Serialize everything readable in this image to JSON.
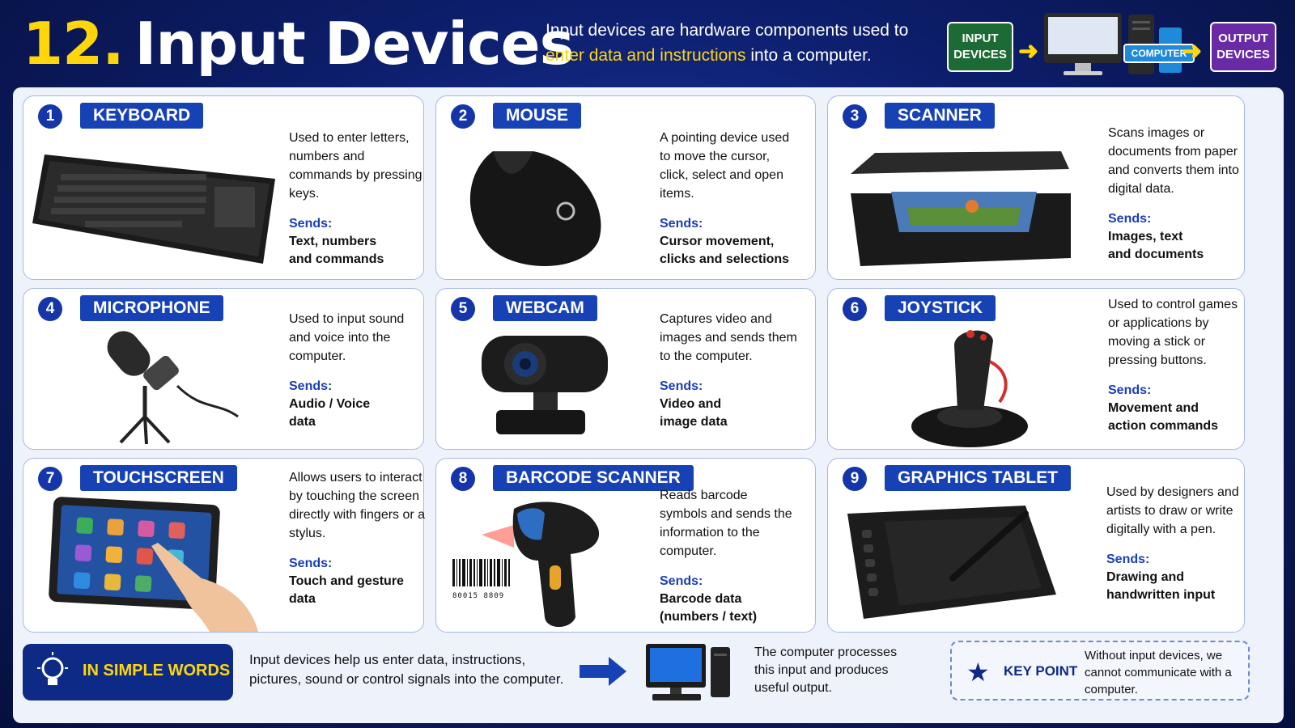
{
  "header": {
    "number": "12.",
    "title": "Input Devices",
    "intro_part1": "Input devices are hardware components used to ",
    "intro_highlight": "enter data and instructions",
    "intro_part2": " into a computer."
  },
  "flow": {
    "input_label": "INPUT DEVICES",
    "computer_label": "COMPUTER",
    "output_label": "OUTPUT DEVICES"
  },
  "sends_label": "Sends:",
  "devices": [
    {
      "number": "1",
      "name": "KEYBOARD",
      "description": "Used to enter letters, numbers and commands by pressing keys.",
      "sends": "Text, numbers\nand commands",
      "icon": "keyboard-icon"
    },
    {
      "number": "2",
      "name": "MOUSE",
      "description": "A pointing device used to move the cursor, click, select and open items.",
      "sends": "Cursor movement,\nclicks and selections",
      "icon": "mouse-icon"
    },
    {
      "number": "3",
      "name": "SCANNER",
      "description": "Scans images or documents from paper and converts them into digital data.",
      "sends": "Images, text\nand documents",
      "icon": "scanner-icon"
    },
    {
      "number": "4",
      "name": "MICROPHONE",
      "description": "Used to input sound and voice into the computer.",
      "sends": "Audio / Voice\ndata",
      "icon": "microphone-icon"
    },
    {
      "number": "5",
      "name": "WEBCAM",
      "description": "Captures video and images and sends them to the computer.",
      "sends": "Video and\nimage data",
      "icon": "webcam-icon"
    },
    {
      "number": "6",
      "name": "JOYSTICK",
      "description": "Used to control games or applications by moving a stick or pressing buttons.",
      "sends": "Movement and\naction commands",
      "icon": "joystick-icon"
    },
    {
      "number": "7",
      "name": "TOUCHSCREEN",
      "description": "Allows users to interact by touching the screen directly with fingers or a stylus.",
      "sends": "Touch and gesture\ndata",
      "icon": "touchscreen-icon"
    },
    {
      "number": "8",
      "name": "BARCODE SCANNER",
      "description": "Reads barcode symbols and sends the information to the computer.",
      "sends": "Barcode data\n(numbers / text)",
      "icon": "barcode-scanner-icon",
      "barcode_digits": "80015 8809"
    },
    {
      "number": "9",
      "name": "GRAPHICS TABLET",
      "description": "Used by designers and artists to draw or write digitally with a pen.",
      "sends": "Drawing and\nhandwritten input",
      "icon": "graphics-tablet-icon"
    }
  ],
  "footer": {
    "simple_label": "IN SIMPLE WORDS",
    "simple_text": "Input devices help us enter data, instructions, pictures, sound or control signals into the computer.",
    "process_text": "The computer processes this input and produces useful output.",
    "keypoint_label": "KEY POINT",
    "keypoint_text": "Without input devices, we cannot communicate with a computer."
  },
  "colors": {
    "accent_yellow": "#ffd60a",
    "label_blue": "#1742b5",
    "input_green": "#1c6b35",
    "output_purple": "#6a2aa6"
  }
}
